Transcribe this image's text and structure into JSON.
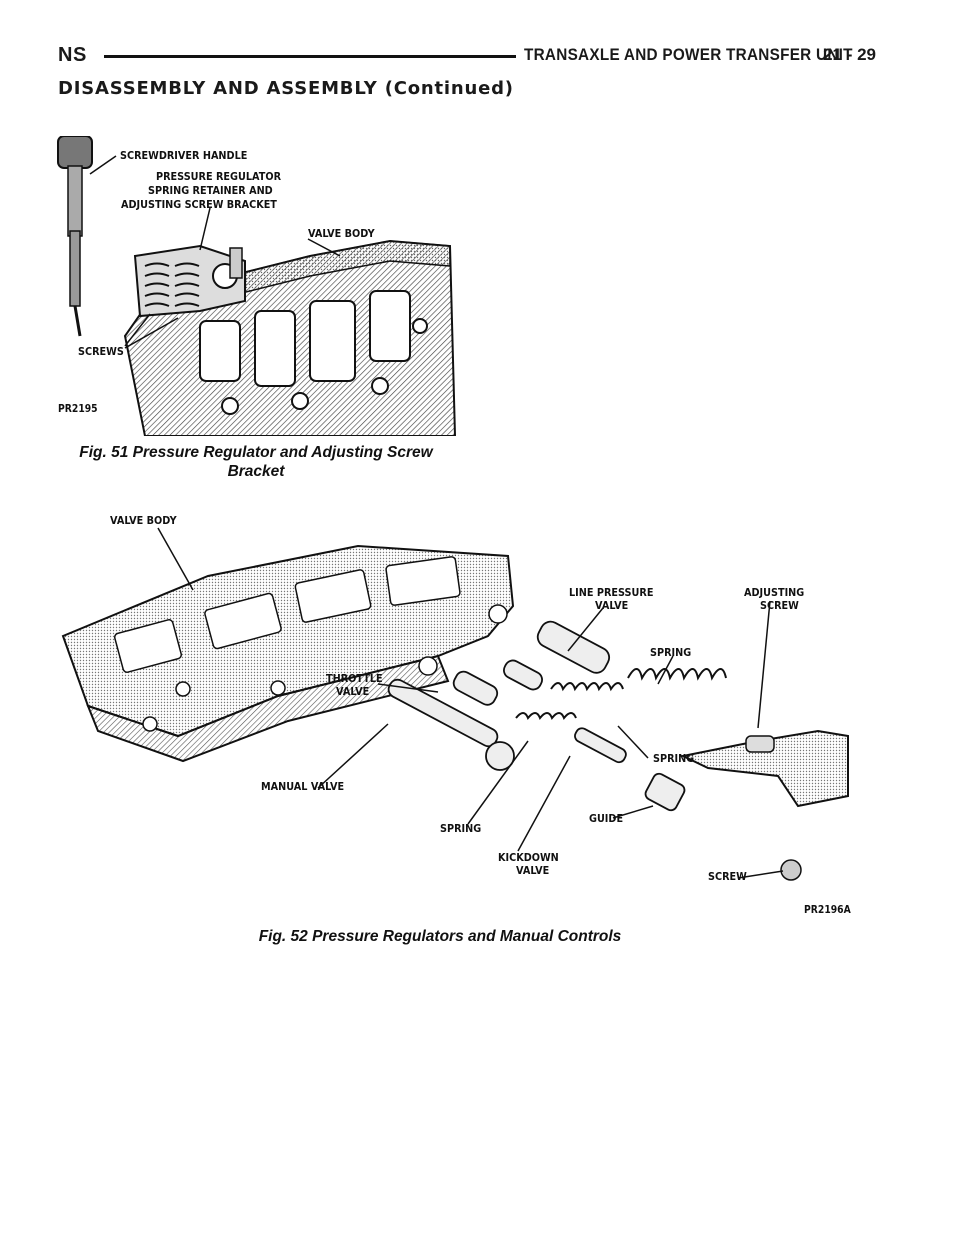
{
  "header": {
    "left": "NS",
    "title": "TRANSAXLE AND POWER TRANSFER UNIT",
    "page": "21 - 29"
  },
  "section": {
    "heading": "DISASSEMBLY AND ASSEMBLY (Continued)"
  },
  "figure1": {
    "labels": {
      "screwdriver_handle": "SCREWDRIVER HANDLE",
      "pressure_regulator_l1": "PRESSURE REGULATOR",
      "pressure_regulator_l2": "SPRING RETAINER AND",
      "pressure_regulator_l3": "ADJUSTING SCREW BRACKET",
      "valve_body": "VALVE BODY",
      "screws": "SCREWS",
      "code": "PR2195"
    },
    "caption_line1": "Fig. 51 Pressure Regulator and Adjusting Screw",
    "caption_line2": "Bracket"
  },
  "figure2": {
    "labels": {
      "valve_body": "VALVE BODY",
      "line_pressure_l1": "LINE PRESSURE",
      "line_pressure_l2": "VALVE",
      "adjusting_screw_l1": "ADJUSTING",
      "adjusting_screw_l2": "SCREW",
      "spring_top": "SPRING",
      "throttle_l1": "THROTTLE",
      "throttle_l2": "VALVE",
      "spring_mid": "SPRING",
      "manual_valve": "MANUAL VALVE",
      "spring_bottom": "SPRING",
      "guide": "GUIDE",
      "kickdown_l1": "KICKDOWN",
      "kickdown_l2": "VALVE",
      "screw": "SCREW",
      "code": "PR2196A"
    },
    "caption": "Fig. 52 Pressure Regulators and Manual Controls"
  }
}
